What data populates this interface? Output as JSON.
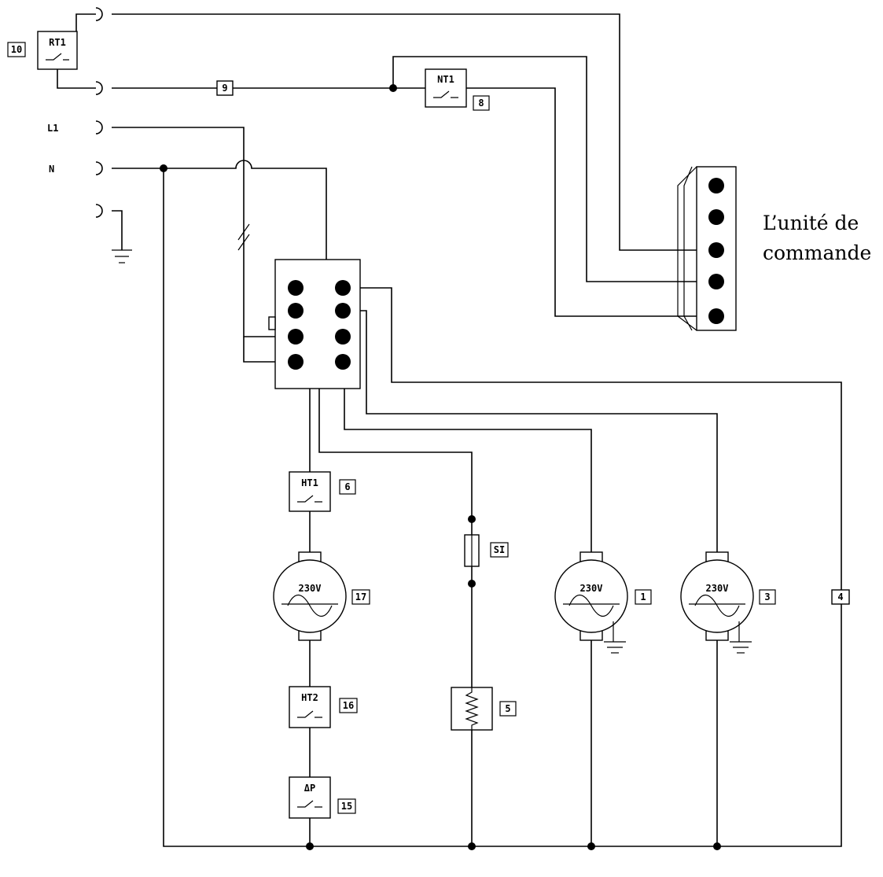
{
  "terminals": {
    "l1": "L1",
    "n": "N"
  },
  "switches": {
    "rt1": "RT1",
    "nt1": "NT1",
    "ht1": "HT1",
    "ht2": "HT2",
    "dp": "ΔP"
  },
  "motors": {
    "m17": "230V",
    "m1": "230V",
    "m3": "230V"
  },
  "fuse": "SI",
  "refs": {
    "r10": "10",
    "r9": "9",
    "r8": "8",
    "r6": "6",
    "r17": "17",
    "r1": "1",
    "r3": "3",
    "r4": "4",
    "r16": "16",
    "r5": "5",
    "r15": "15"
  },
  "control_unit": {
    "line1": "L’unité de",
    "line2": "commande"
  }
}
